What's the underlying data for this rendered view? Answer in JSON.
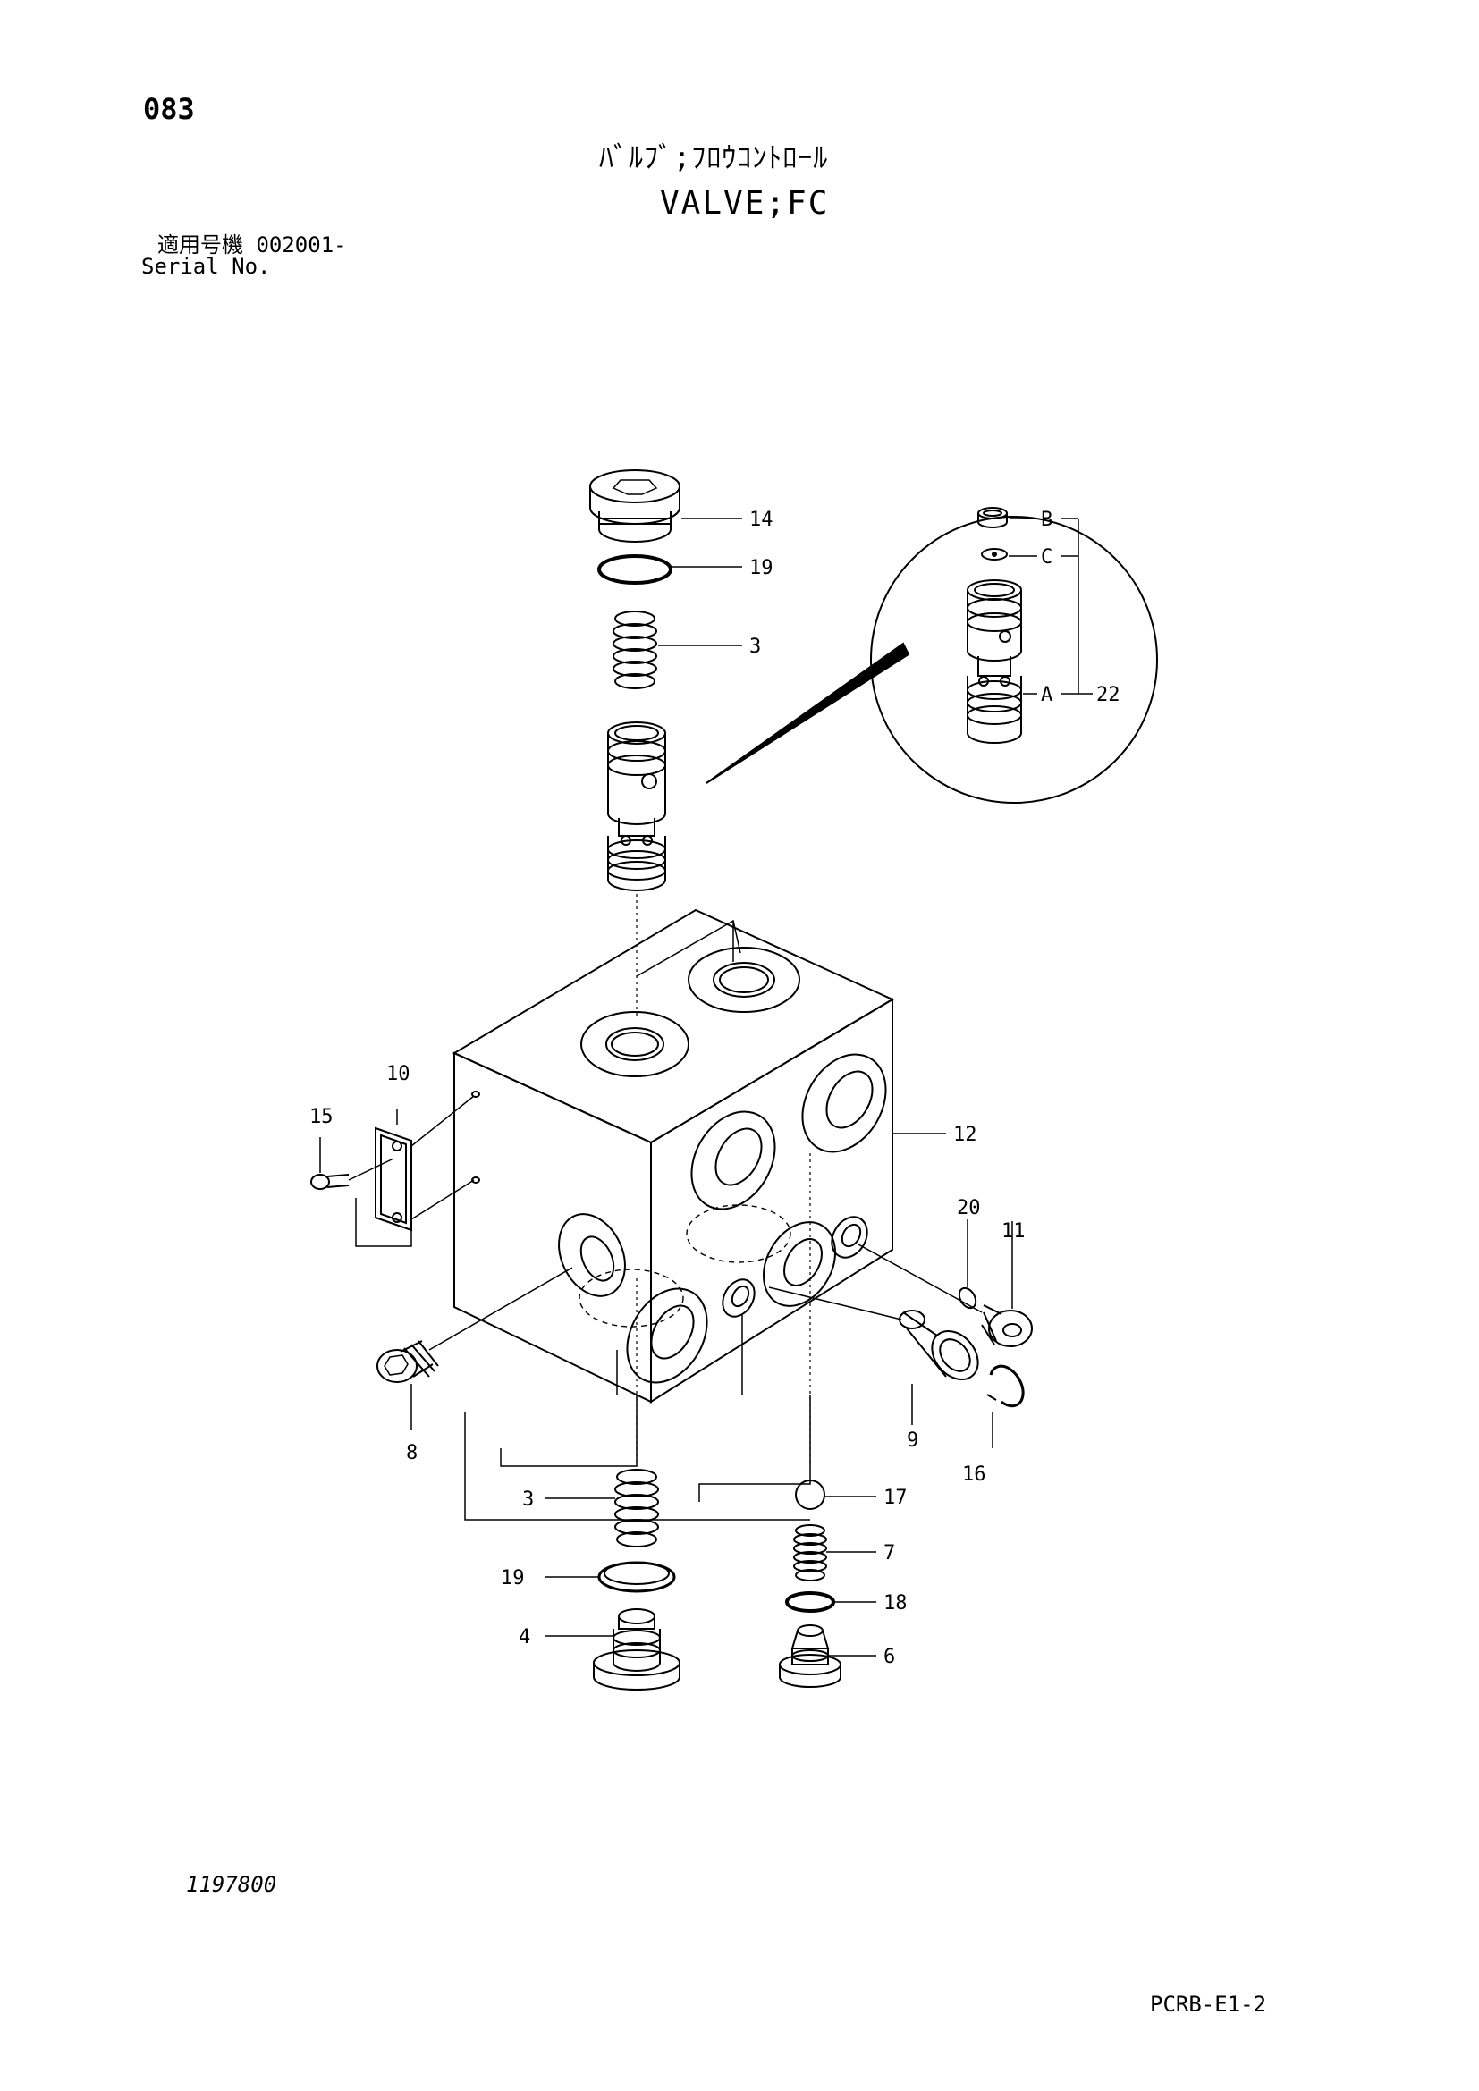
{
  "header": {
    "page_number": "083",
    "title_jp": "ﾊﾞﾙﾌﾞ;ﾌﾛｳｺﾝﾄﾛｰﾙ",
    "title_en": "VALVE;FC",
    "serial_label_jp": "適用号機  002001-",
    "serial_label_en": "Serial No."
  },
  "footer": {
    "drawing_number": "1197800",
    "sheet_code": "PCRB-E1-2"
  },
  "callouts": {
    "c14": "14",
    "c19a": "19",
    "c3a": "3",
    "cB": "B",
    "cC": "C",
    "cA": "A",
    "c22": "22",
    "c10": "10",
    "c15": "15",
    "c12": "12",
    "c20": "20",
    "c11": "11",
    "c8": "8",
    "c9": "9",
    "c16": "16",
    "c3b": "3",
    "c17": "17",
    "c19b": "19",
    "c7": "7",
    "c4": "4",
    "c18": "18",
    "c6": "6"
  }
}
